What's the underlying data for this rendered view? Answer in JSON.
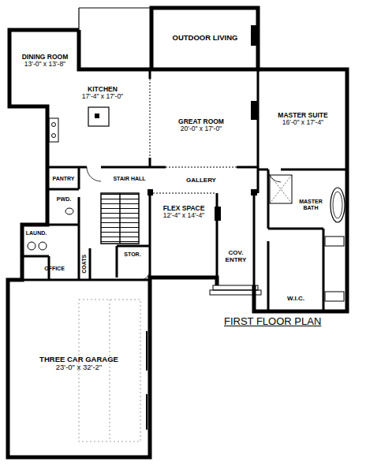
{
  "diagram": {
    "title": "FIRST FLOOR PLAN",
    "nodes": [
      {
        "text": [
          "OUTDOOR LIVING"
        ]
      },
      {
        "text": [
          "DINING ROOM",
          "13'-0\" x 13'-8\""
        ]
      },
      {
        "text": [
          "KITCHEN",
          "17'-4\" x 17'-0\""
        ]
      },
      {
        "text": [
          "GREAT ROOM",
          "20'-0\" x 17'-0\""
        ]
      },
      {
        "text": [
          "MASTER SUITE",
          "16'-0\" x 17'-4\""
        ]
      },
      {
        "text": [
          "PANTRY"
        ]
      },
      {
        "text": [
          "STAIR HALL"
        ]
      },
      {
        "text": [
          "GALLERY"
        ]
      },
      {
        "text": [
          "PWD."
        ]
      },
      {
        "text": [
          "MASTER BATH"
        ]
      },
      {
        "text": [
          "FLEX SPACE",
          "12'-4\" x 14'-4\""
        ]
      },
      {
        "text": [
          "LAUND."
        ]
      },
      {
        "text": [
          "COATS"
        ]
      },
      {
        "text": [
          "STOR."
        ]
      },
      {
        "text": [
          "OFFICE"
        ]
      },
      {
        "text": [
          "COV. ENTRY"
        ]
      },
      {
        "text": [
          "W.I.C."
        ]
      },
      {
        "text": [
          "THREE CAR GARAGE",
          "23'-0\" x 32'-2\""
        ]
      }
    ]
  }
}
